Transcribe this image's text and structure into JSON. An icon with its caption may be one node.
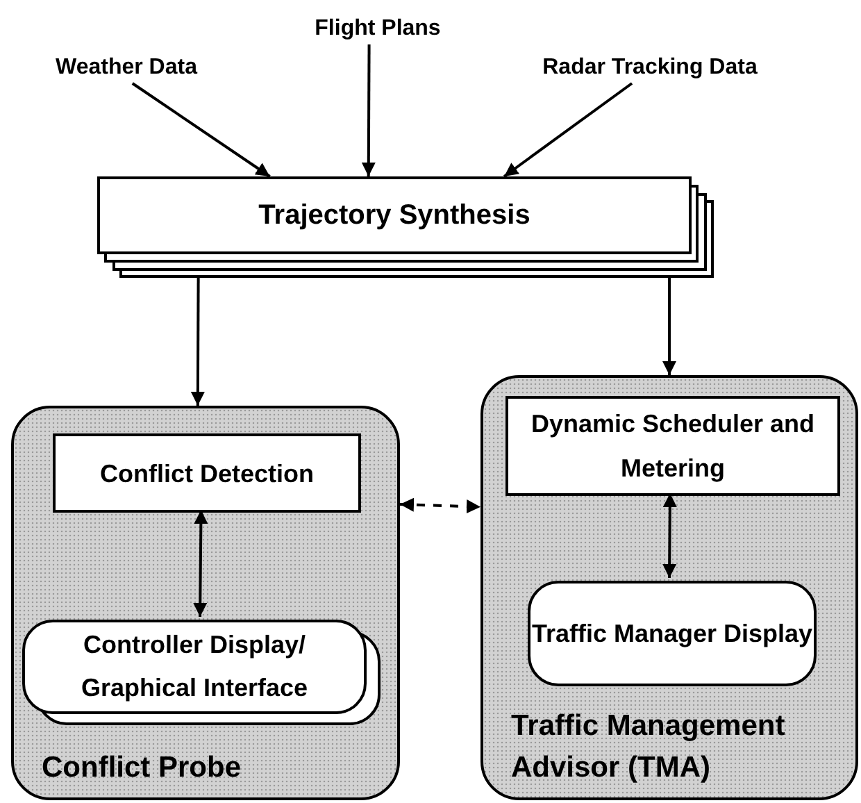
{
  "diagram": {
    "nodes": [
      {
        "text": [
          "Weather Data"
        ]
      },
      {
        "text": [
          "Flight Plans"
        ]
      },
      {
        "text": [
          "Radar Tracking Data"
        ]
      },
      {
        "text": [
          "Trajectory Synthesis"
        ]
      },
      {
        "text": [
          "Conflict Probe"
        ]
      },
      {
        "text": [
          "Conflict Detection"
        ],
        "in": 4
      },
      {
        "text": [
          "Controller Display/ Graphical Interface"
        ],
        "in": 4
      },
      {
        "text": [
          "Traffic Management Advisor (TMA)"
        ]
      },
      {
        "text": [
          "Dynamic Scheduler and Metering"
        ],
        "in": 7
      },
      {
        "text": [
          "Traffic Manager Display"
        ],
        "in": 7
      }
    ],
    "edges": [
      {
        "from": 0,
        "to": 3,
        "arrow": "to"
      },
      {
        "from": 1,
        "to": 3,
        "arrow": "to"
      },
      {
        "from": 2,
        "to": 3,
        "arrow": "to"
      },
      {
        "from": 3,
        "to": 4,
        "arrow": "to"
      },
      {
        "from": 3,
        "to": 7,
        "arrow": "to"
      },
      {
        "from": 5,
        "to": 6,
        "arrow": "both"
      },
      {
        "from": 4,
        "to": 7,
        "arrow": "both",
        "style": "dashed"
      },
      {
        "from": 8,
        "to": 9,
        "arrow": "both"
      }
    ]
  }
}
